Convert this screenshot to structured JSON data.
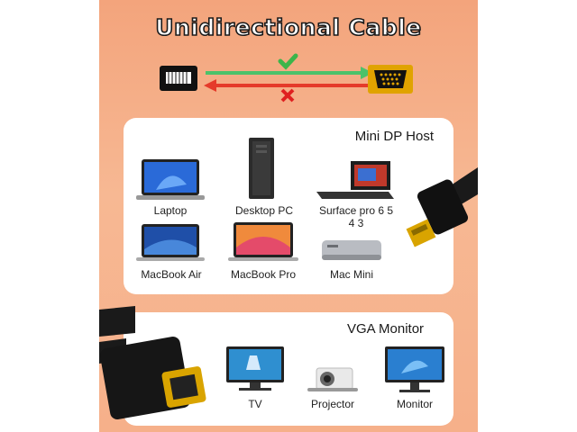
{
  "title": "Unidirectional Cable",
  "host": {
    "title": "Mini DP Host",
    "devices": [
      {
        "label": "Laptop",
        "icon": "laptop-icon"
      },
      {
        "label": "Desktop PC",
        "icon": "desktop-pc-icon"
      },
      {
        "label": "Surface pro 6 5\n4 3",
        "icon": "surface-pro-icon"
      },
      {
        "label": "MacBook Air",
        "icon": "macbook-air-icon"
      },
      {
        "label": "MacBook Pro",
        "icon": "macbook-pro-icon"
      },
      {
        "label": "Mac Mini",
        "icon": "mac-mini-icon"
      }
    ]
  },
  "monitor": {
    "title": "VGA Monitor",
    "devices": [
      {
        "label": "TV",
        "icon": "tv-icon"
      },
      {
        "label": "Projector",
        "icon": "projector-icon"
      },
      {
        "label": "Monitor",
        "icon": "monitor-icon"
      }
    ]
  },
  "colors": {
    "background": "#f6b08a",
    "check": "#3cb54a",
    "cross": "#e02020",
    "arrow_forward": "#4cc26a",
    "arrow_back": "#e53a2a"
  }
}
